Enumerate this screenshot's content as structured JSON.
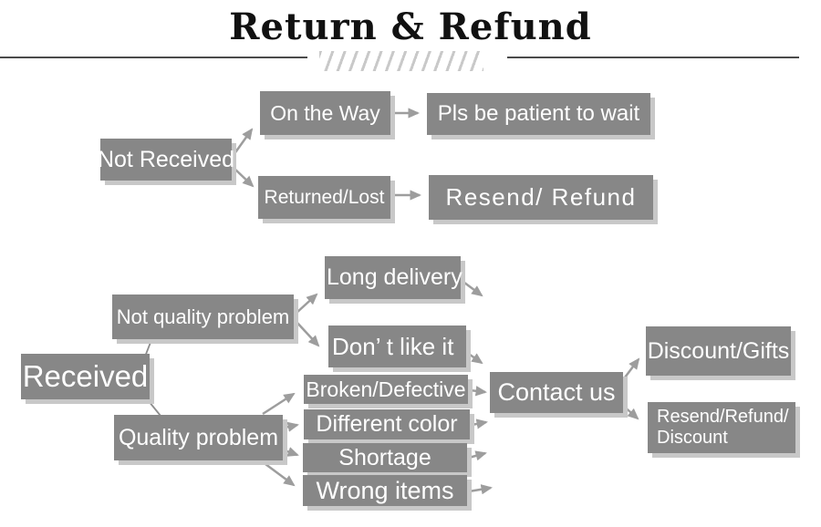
{
  "header": {
    "title": "Return & Refund"
  },
  "nodes": {
    "not_received": "Not Received",
    "on_the_way": "On the Way",
    "pls_wait": "Pls be patient to wait",
    "returned_lost": "Returned/Lost",
    "resend_refund": "Resend/ Refund",
    "received": "Received",
    "not_quality_problem": "Not quality problem",
    "long_delivery": "Long delivery",
    "dont_like_it": "Don’ t like it",
    "quality_problem": "Quality problem",
    "broken_defective": "Broken/Defective",
    "different_color": "Different color",
    "shortage": "Shortage",
    "wrong_items": "Wrong items",
    "contact_us": "Contact us",
    "discount_gifts": "Discount/Gifts",
    "resend_refund_discount_line1": "Resend/Refund/",
    "resend_refund_discount_line2": "Discount"
  },
  "edges": [
    {
      "from": "Not Received",
      "to": "On the Way"
    },
    {
      "from": "Not Received",
      "to": "Returned/Lost"
    },
    {
      "from": "On the Way",
      "to": "Pls be patient to wait"
    },
    {
      "from": "Returned/Lost",
      "to": "Resend/ Refund"
    },
    {
      "from": "Received",
      "to": "Not quality problem"
    },
    {
      "from": "Received",
      "to": "Quality problem"
    },
    {
      "from": "Not quality problem",
      "to": "Long delivery"
    },
    {
      "from": "Not quality problem",
      "to": "Don’ t like it"
    },
    {
      "from": "Long delivery",
      "to": "Contact us"
    },
    {
      "from": "Don’ t like it",
      "to": "Contact us"
    },
    {
      "from": "Quality problem",
      "to": "Broken/Defective"
    },
    {
      "from": "Quality problem",
      "to": "Different color"
    },
    {
      "from": "Quality problem",
      "to": "Shortage"
    },
    {
      "from": "Quality problem",
      "to": "Wrong items"
    },
    {
      "from": "Broken/Defective",
      "to": "Contact us"
    },
    {
      "from": "Different color",
      "to": "Contact us"
    },
    {
      "from": "Shortage",
      "to": "Contact us"
    },
    {
      "from": "Wrong items",
      "to": "Contact us"
    },
    {
      "from": "Contact us",
      "to": "Discount/Gifts"
    },
    {
      "from": "Contact us",
      "to": "Resend/Refund/ Discount"
    }
  ],
  "colors": {
    "background": "#ffffff",
    "box_fill": "#878787",
    "box_text": "#ffffff",
    "box_shadow": "#c8c8c8",
    "arrow": "#9d9d9d",
    "title_text": "#111111",
    "divider_line": "#4b4b4b",
    "hatch": "#c9c9c9"
  }
}
